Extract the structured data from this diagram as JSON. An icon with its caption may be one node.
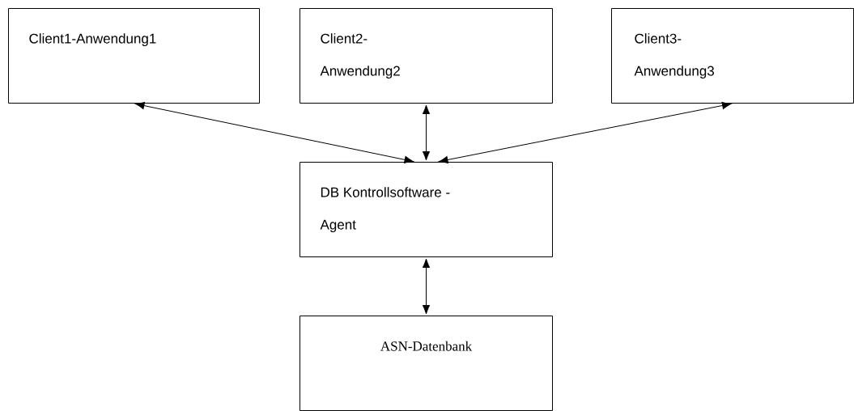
{
  "diagram": {
    "nodes": [
      {
        "text": [
          "Client1-Anwendung1"
        ]
      },
      {
        "text": [
          "Client2- Anwendung2"
        ]
      },
      {
        "text": [
          "Client3- Anwendung3"
        ]
      },
      {
        "text": [
          "DB Kontrollsoftware - Agent"
        ]
      },
      {
        "text": [
          "ASN-Datenbank"
        ]
      }
    ],
    "edges": [
      {
        "from": 3,
        "to": 0,
        "arrow": "both"
      },
      {
        "from": 3,
        "to": 1,
        "arrow": "both"
      },
      {
        "from": 3,
        "to": 2,
        "arrow": "both"
      },
      {
        "from": 3,
        "to": 4,
        "arrow": "both"
      }
    ]
  }
}
